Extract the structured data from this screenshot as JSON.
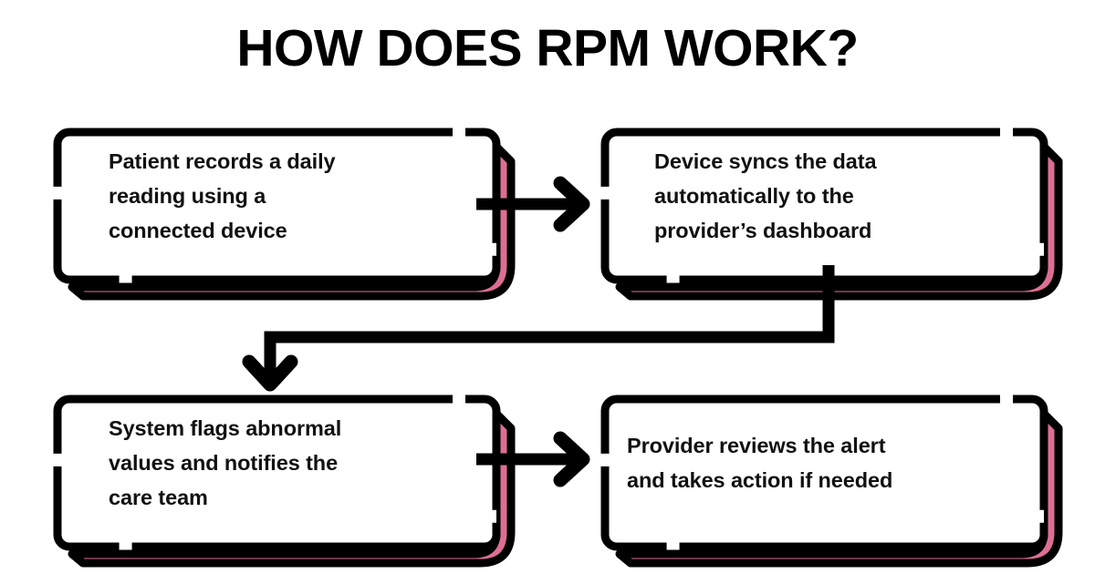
{
  "page": {
    "title": "HOW DOES RPM WORK?",
    "background_color": "#ffffff"
  },
  "theme": {
    "accent_pink": "#DD6E93",
    "outline_black": "#000000",
    "text_black": "#111111",
    "box_fill": "#ffffff"
  },
  "diagram": {
    "type": "flowchart",
    "layout": "2x2-grid",
    "boxes": [
      {
        "id": "box-1",
        "order": 1,
        "text": "Patient records a daily\nreading using a\nconnected device"
      },
      {
        "id": "box-2",
        "order": 2,
        "text": "Device syncs the data\nautomatically to the\nprovider’s dashboard"
      },
      {
        "id": "box-3",
        "order": 3,
        "text": "System flags abnormal\nvalues and notifies the\ncare team"
      },
      {
        "id": "box-4",
        "order": 4,
        "text": "Provider reviews the alert\nand takes action if needed"
      }
    ],
    "connectors": [
      {
        "id": "conn-1-2",
        "from": "box-1",
        "to": "box-2",
        "shape": "straight-right",
        "direction": "right"
      },
      {
        "id": "conn-2-3",
        "from": "box-2",
        "to": "box-3",
        "shape": "elbow-down-left-down",
        "direction": "down"
      },
      {
        "id": "conn-3-4",
        "from": "box-3",
        "to": "box-4",
        "shape": "straight-right",
        "direction": "right"
      }
    ]
  }
}
